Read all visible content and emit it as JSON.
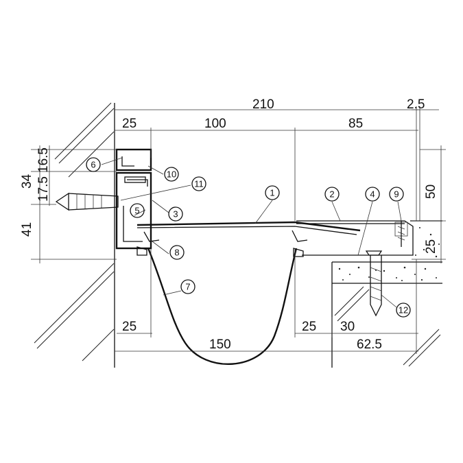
{
  "dimensions": {
    "d210": "210",
    "d2_5": "2.5",
    "d25_top": "25",
    "d100": "100",
    "d85": "85",
    "d34": "34",
    "d16_5": "16.5",
    "d17_5": "17.5",
    "d41": "41",
    "d50": "50",
    "d25_right": "25",
    "d25_bottom_left": "25",
    "d150": "150",
    "d25_bottom_right": "25",
    "d30": "30",
    "d62_5": "62.5"
  },
  "callouts": {
    "c1": "1",
    "c2": "2",
    "c3": "3",
    "c4": "4",
    "c5": "5",
    "c6": "6",
    "c7": "7",
    "c8": "8",
    "c9": "9",
    "c10": "10",
    "c11": "11",
    "c12": "12"
  }
}
